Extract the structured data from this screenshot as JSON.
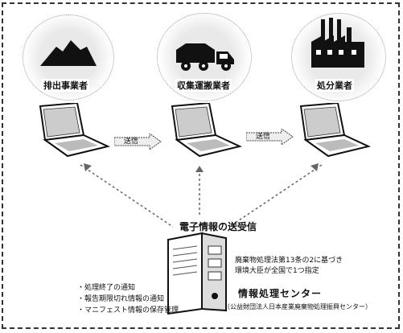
{
  "parties": [
    {
      "label": "排出事業者",
      "icon": "mountain-pile-icon"
    },
    {
      "label": "収集運搬業者",
      "icon": "truck-icon"
    },
    {
      "label": "処分業者",
      "icon": "factory-icon"
    }
  ],
  "flow_labels": [
    "送信",
    "送信"
  ],
  "center": {
    "title": "電子情報の送受信",
    "legal_basis_line1": "廃棄物処理法第13条の2に基づき",
    "legal_basis_line2": "環境大臣が全国で1つ指定",
    "name": "情報処理センター",
    "name_sub": "（公益財団法人日本産業廃棄物処理振興センター）"
  },
  "notes": [
    "・処理終了の通知",
    "・報告期限切れ情報の通知",
    "・マニフェスト情報の保存管理"
  ],
  "colors": {
    "ink": "#111111",
    "cloud": "#e9e9e9"
  }
}
